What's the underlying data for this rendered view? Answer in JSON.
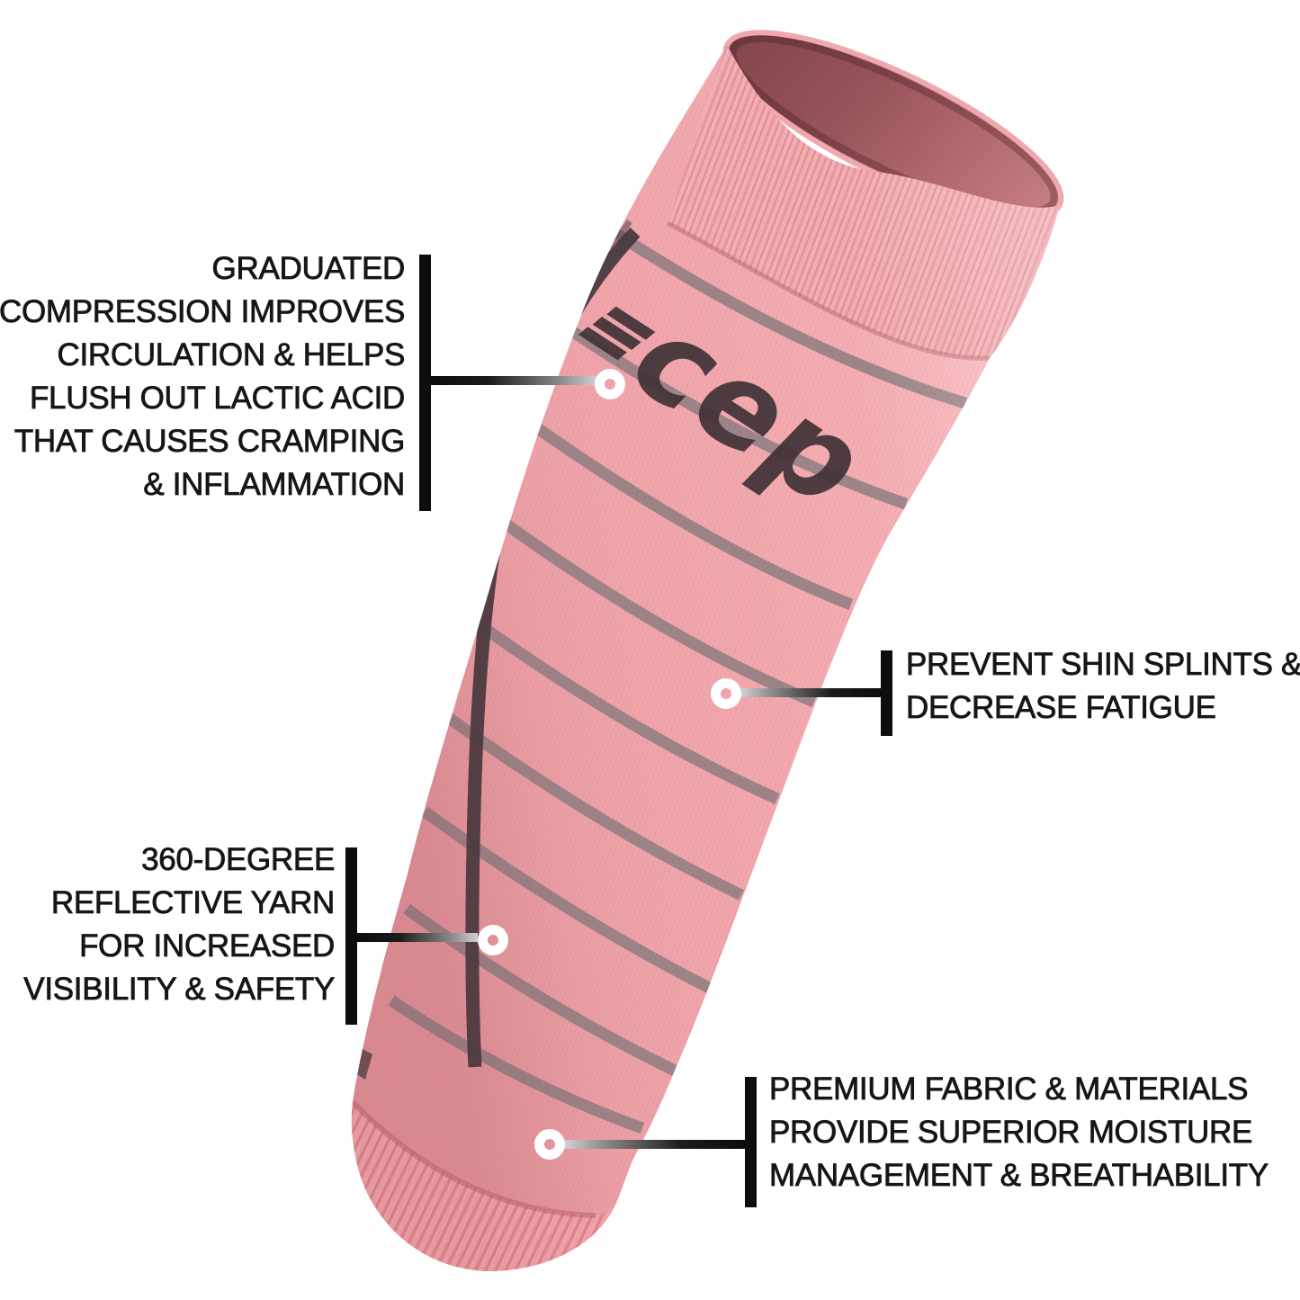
{
  "product": {
    "item": "compression calf sleeve",
    "logo_text": "cep",
    "logo_mark": "triple-bar-icon"
  },
  "callouts": [
    {
      "id": "graduated-compression",
      "side": "left",
      "lines": [
        "GRADUATED",
        "COMPRESSION IMPROVES",
        "CIRCULATION & HELPS",
        "FLUSH OUT LACTIC ACID",
        "THAT CAUSES CRAMPING",
        "& INFLAMMATION"
      ]
    },
    {
      "id": "prevent-shin-splints",
      "side": "right",
      "lines": [
        "PREVENT SHIN SPLINTS &",
        "DECREASE FATIGUE"
      ]
    },
    {
      "id": "reflective-yarn",
      "side": "left",
      "lines": [
        "360-DEGREE",
        "REFLECTIVE YARN",
        "FOR INCREASED",
        "VISIBILITY & SAFETY"
      ]
    },
    {
      "id": "premium-fabric",
      "side": "right",
      "lines": [
        "PREMIUM FABRIC & MATERIALS",
        "PROVIDE SUPERIOR MOISTURE",
        "MANAGEMENT & BREATHABILITY"
      ]
    }
  ],
  "colors": {
    "background": "#ffffff",
    "fabric_pink": "#f2a9ae",
    "fabric_highlight": "#f9bfc2",
    "fabric_shadow": "#e4959c",
    "cuff_interior_dark": "#8a4b50",
    "reflective_stripe_gray": "#8a7d80",
    "reflective_front_charcoal": "#463a3e",
    "logo_charcoal": "#3f3336",
    "annotation_black": "#0d0d0d",
    "dot_white": "#ffffff"
  }
}
